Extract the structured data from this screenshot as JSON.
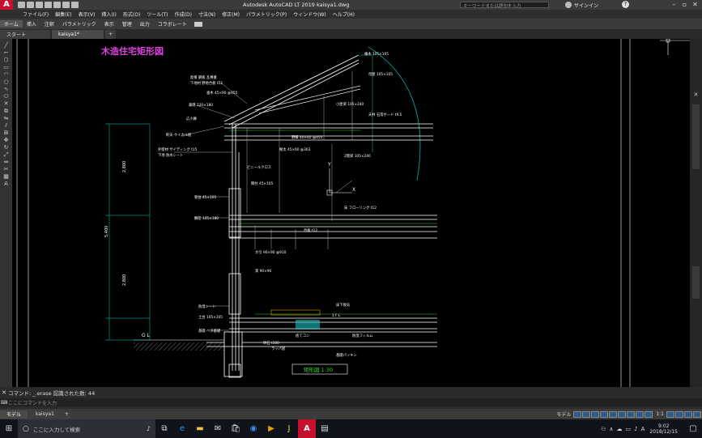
{
  "app": {
    "title": "Autodesk AutoCAD LT 2019   kaisya1.dwg",
    "search_placeholder": "キーワードまたは語句を入力",
    "user": "サインイン",
    "help": "?"
  },
  "menu": [
    "ファイル(F)",
    "編集(E)",
    "表示(V)",
    "挿入(I)",
    "形式(O)",
    "ツール(T)",
    "作成(D)",
    "寸法(N)",
    "修正(M)",
    "パラメトリック(P)",
    "ウィンドウ(W)",
    "ヘルプ(H)"
  ],
  "ribbon_tabs": [
    "ホーム",
    "挿入",
    "注釈",
    "パラメトリック",
    "表示",
    "管理",
    "出力",
    "コラボレート"
  ],
  "doc_tabs": {
    "start": "スタート",
    "file": "kaisya1*",
    "plus": "+"
  },
  "drawing": {
    "title": "木造住宅矩形図",
    "scale_label": "矩形図  1:30",
    "gl_label": "G L",
    "annotations_left": [
      "屋根  鋼板 瓦棒葺",
      "下地材 野地合板 t12",
      "垂木  45×90 @455",
      "鼻隠 120×180",
      "広小舞",
      "軒天 ケイカル板",
      "外壁材 サイディング t15",
      "下地 防水シート",
      "ビニールクロス",
      "間柱 45×105",
      "窓台 45×105",
      "胴差 105×180",
      "防湿シート",
      "土台 105×105",
      "基礎 ベタ基礎"
    ],
    "annotations_right": [
      "棟木 105×105",
      "母屋 105×105",
      "小屋梁 105×240",
      "天井 石膏ボード t9.5",
      "野縁 40×40 @455",
      "根太 45×60 @303",
      "2階梁 105×240",
      "床 フローリング t12",
      "合板 t12",
      "大引 90×90 @910",
      "束 90×90",
      "床下換気",
      "1 F L",
      "砕石 t100",
      "捨てコン",
      "防湿フィルム",
      "ラッパ管",
      "基礎パッキン"
    ]
  },
  "commandline": {
    "history": "コマンド: _.erase  認識された数: 44",
    "placeholder": "ここにコマンドを入力"
  },
  "layout_tabs": [
    "モデル",
    "kaisya1",
    "+"
  ],
  "status": {
    "model": "モデル",
    "scale": "1:1"
  },
  "taskbar": {
    "search": "ここに入力して検索",
    "time": "9:02",
    "date": "2018/12/15"
  }
}
